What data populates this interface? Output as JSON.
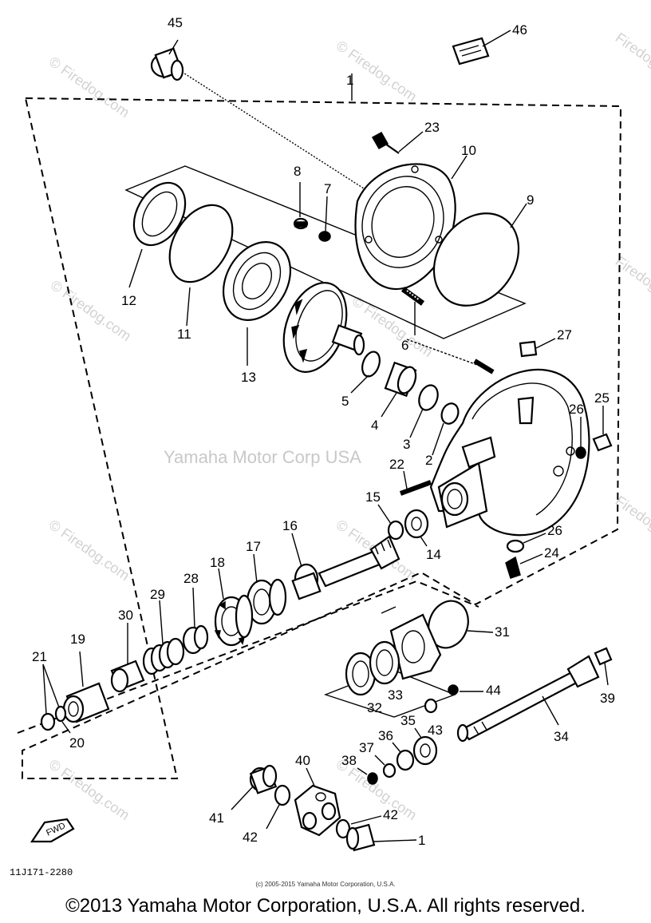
{
  "watermarks": {
    "center": "Yamaha Motor Corp USA",
    "site": "© Firedog.com",
    "site_short": "Firedog.com"
  },
  "diagram_code": "11J171-2280",
  "fwd_label": "FWD",
  "assembly_label": "1",
  "part_labels": {
    "p45": "45",
    "p46": "46",
    "p23": "23",
    "p10": "10",
    "p8": "8",
    "p7": "7",
    "p9": "9",
    "p12": "12",
    "p11": "11",
    "p13": "13",
    "p6": "6",
    "p27": "27",
    "p5": "5",
    "p4": "4",
    "p3": "3",
    "p2": "2",
    "p26a": "26",
    "p25": "25",
    "p22": "22",
    "p15": "15",
    "p14": "14",
    "p16": "16",
    "p26b": "26",
    "p24": "24",
    "p17": "17",
    "p18": "18",
    "p28": "28",
    "p29": "29",
    "p30": "30",
    "p19": "19",
    "p21": "21",
    "p20": "20",
    "p31": "31",
    "p32": "32",
    "p33": "33",
    "p44": "44",
    "p39": "39",
    "p35": "35",
    "p43": "43",
    "p34": "34",
    "p36": "36",
    "p37": "37",
    "p38": "38",
    "p40": "40",
    "p41": "41",
    "p42a": "42",
    "p42b": "42",
    "p1b": "1"
  },
  "copyright_small": "(c) 2005-2015 Yamaha Motor Corporation, U.S.A.",
  "copyright": "©2013 Yamaha Motor Corporation, U.S.A. All rights reserved."
}
